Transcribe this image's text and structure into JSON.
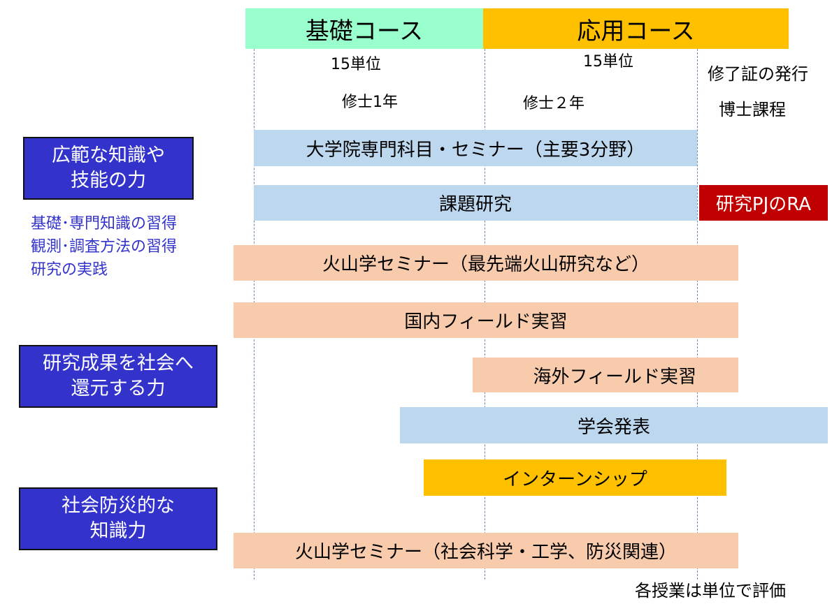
{
  "courses": {
    "basic": {
      "label": "基礎コース",
      "color": "#99ffcc"
    },
    "applied": {
      "label": "応用コース",
      "color": "#ffc000"
    }
  },
  "credits": {
    "basic": "15単位",
    "applied": "15単位"
  },
  "years": {
    "m1": "修士1年",
    "m2": "修士２年",
    "doctor": "博士課程"
  },
  "completion": "修了証の発行",
  "skills": [
    "広範な知識や\n技能の力",
    "研究成果を社会へ\n還元する力",
    "社会防災的な\n知識力"
  ],
  "skill_items": [
    "基礎･専門知識の習得",
    "観測･調査方法の習得",
    "研究の実践"
  ],
  "bars": {
    "graduate_subjects": "大学院専門科目・セミナー（主要3分野）",
    "research_project": "課題研究",
    "research_pj_ra": "研究PJのRA",
    "volcano_seminar_advanced": "火山学セミナー（最先端火山研究など）",
    "domestic_field": "国内フィールド実習",
    "overseas_field": "海外フィールド実習",
    "conference": "学会発表",
    "internship": "インターンシップ",
    "volcano_seminar_social": "火山学セミナー（社会科学・工学、防災関連）"
  },
  "footer_note": "各授業は単位で評価",
  "colors": {
    "blue_bar": "#bdd7ee",
    "peach_bar": "#f8cbad",
    "orange_bar": "#ffc000",
    "red_bar": "#c00000",
    "skill_box": "#3333cc",
    "side_text": "#3333cc"
  }
}
